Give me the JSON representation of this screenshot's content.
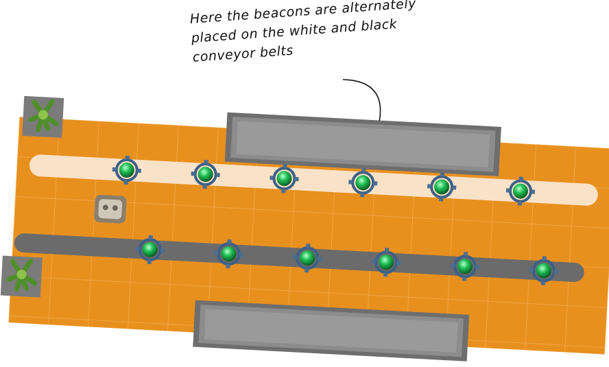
{
  "annotation": {
    "lines": [
      "Here the beacons are alternately",
      "placed on the white and black",
      "conveyor belts"
    ]
  },
  "board": {
    "colors": {
      "floor": "#e8901e",
      "floor_dark": "#d97c12",
      "grid": "#f3b15a",
      "white_belt": "#f9e2c8",
      "black_belt": "#6b6b6b",
      "wall": "#8c8c8c",
      "wall_border": "#6e6e6e",
      "beacon": "#19b34a",
      "beacon_ring": "#3d5f86"
    },
    "icons": [
      "plant-icon",
      "robot-icon",
      "beacon-icon"
    ],
    "white_belt_beacon_count": 6,
    "black_belt_beacon_count": 6
  }
}
